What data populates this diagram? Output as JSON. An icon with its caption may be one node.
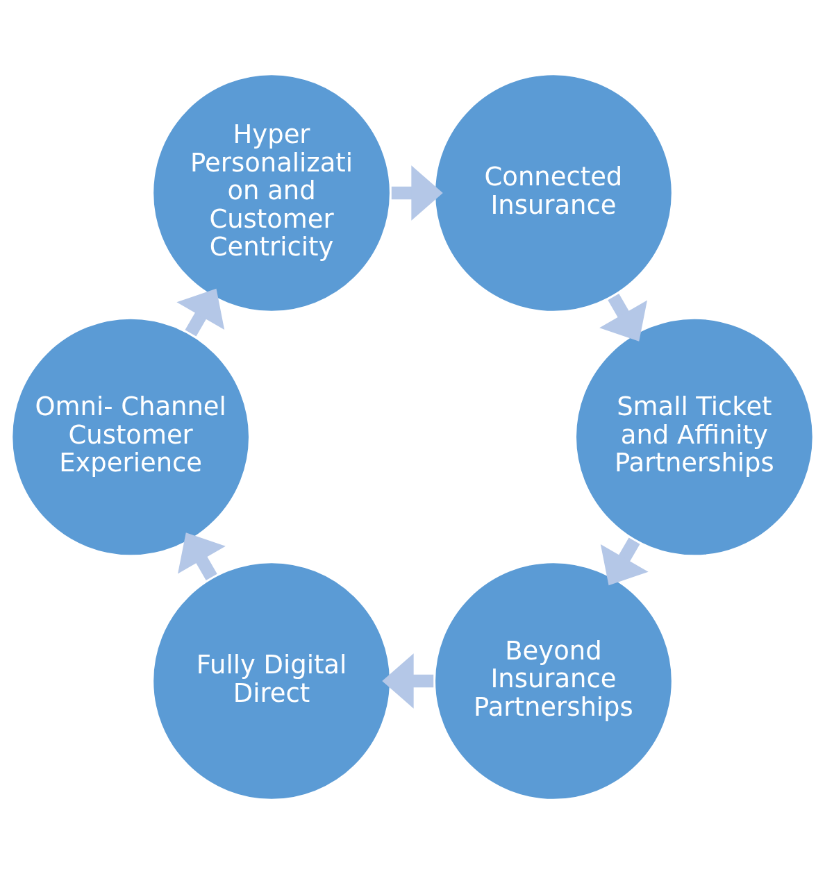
{
  "diagram": {
    "nodes": [
      {
        "text": [
          "Beyond Insurance Partnerships"
        ]
      },
      {
        "text": [
          "Fully Digital Direct"
        ]
      },
      {
        "text": [
          "Omni- Channel Customer Experience"
        ]
      },
      {
        "text": [
          "Hyper Personalizati on and Customer Centricity"
        ]
      },
      {
        "text": [
          "Connected Insurance"
        ]
      },
      {
        "text": [
          "Small Ticket and Affinity Partnerships"
        ]
      }
    ],
    "edges": [
      {
        "from": 0,
        "to": 1,
        "arrow": "to"
      },
      {
        "from": 1,
        "to": 2,
        "arrow": "to"
      },
      {
        "from": 2,
        "to": 3,
        "arrow": "to"
      },
      {
        "from": 3,
        "to": 4,
        "arrow": "to"
      },
      {
        "from": 4,
        "to": 5,
        "arrow": "to"
      },
      {
        "from": 5,
        "to": 0,
        "arrow": "to"
      }
    ]
  }
}
